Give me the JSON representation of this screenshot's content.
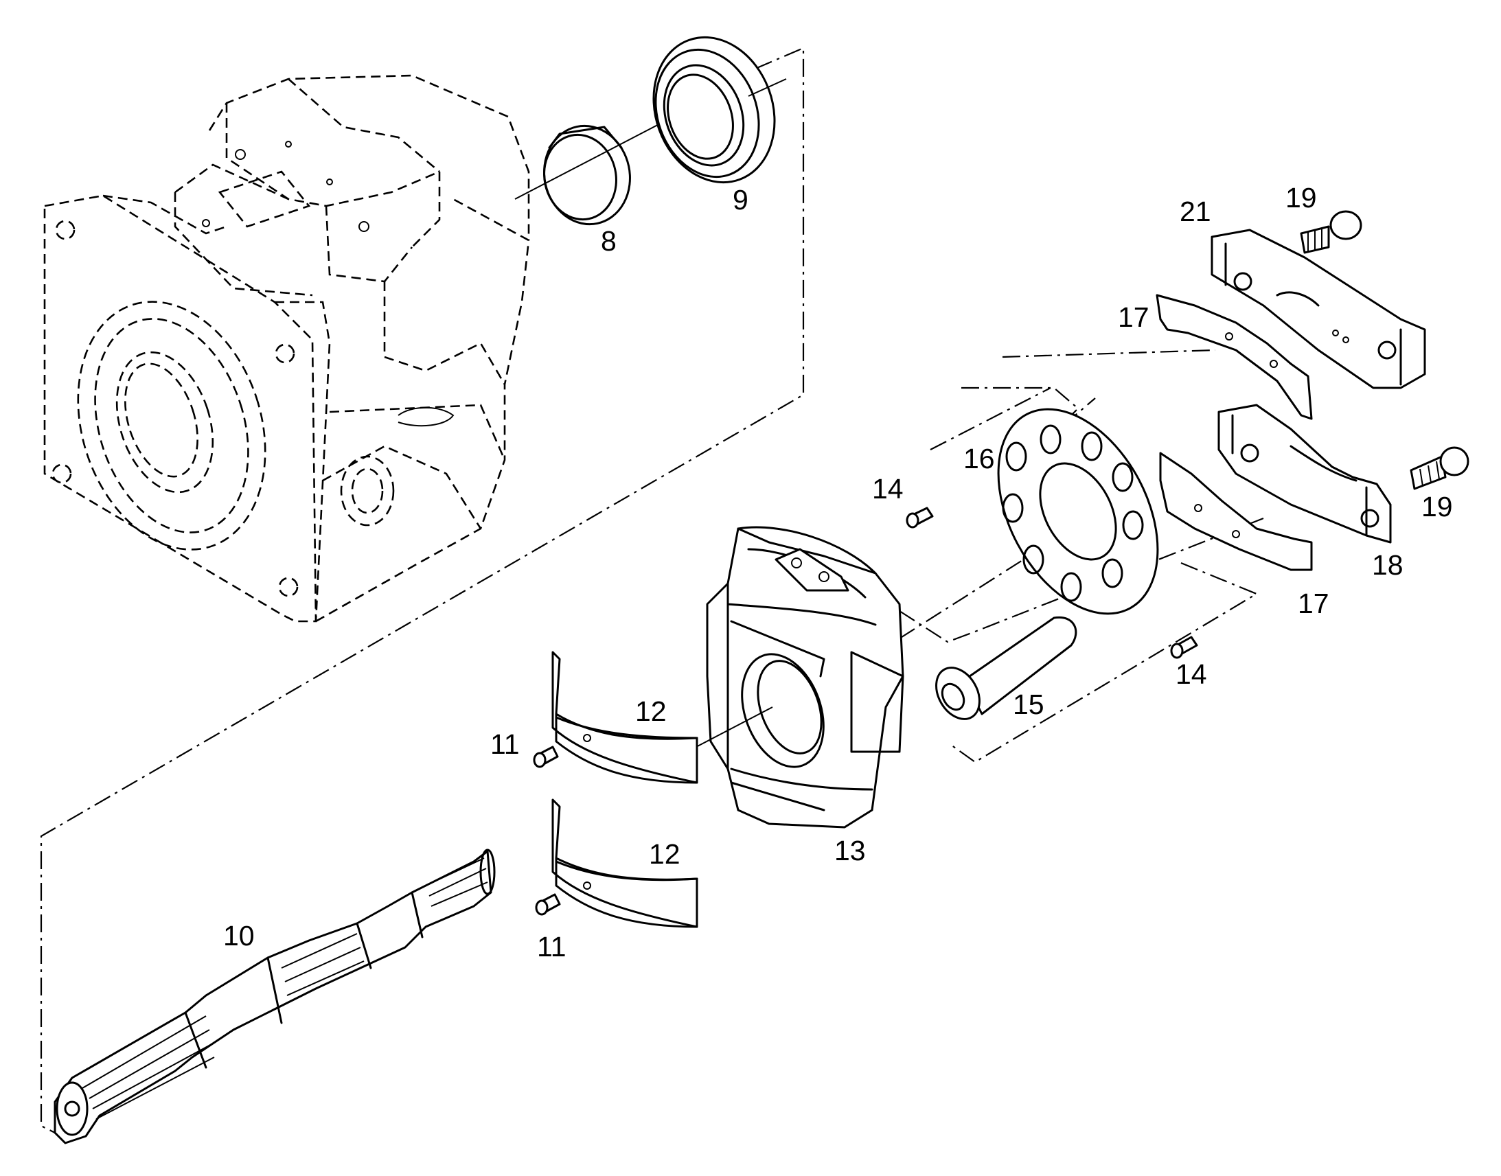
{
  "diagram": {
    "callouts": {
      "c8": "8",
      "c9": "9",
      "c10": "10",
      "c11a": "11",
      "c11b": "11",
      "c12a": "12",
      "c12b": "12",
      "c13": "13",
      "c14a": "14",
      "c14b": "14",
      "c15": "15",
      "c16": "16",
      "c17a": "17",
      "c17b": "17",
      "c18": "18",
      "c19a": "19",
      "c19b": "19",
      "c21": "21"
    }
  }
}
